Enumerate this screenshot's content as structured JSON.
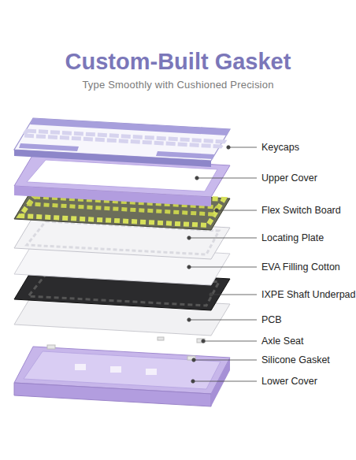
{
  "diagram": {
    "title": "Custom-Built Gasket",
    "caption": "Type Smoothly with Cushioned Precision",
    "labels": [
      "Keycaps",
      "Upper Cover",
      "Flex Switch Board",
      "Locating Plate",
      "EVA Filling Cotton",
      "IXPE Shaft Underpad",
      "PCB",
      "Axle Seat",
      "Silicone Gasket",
      "Lower Cover"
    ]
  }
}
